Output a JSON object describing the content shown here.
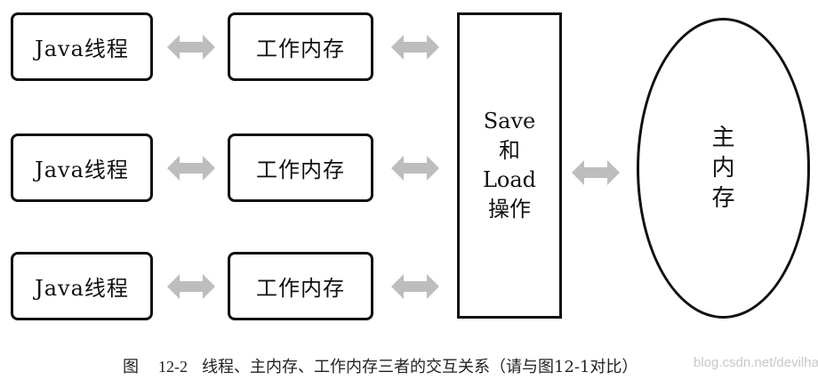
{
  "rows": [
    {
      "thread_label": "Java线程",
      "work_memory_label": "工作内存"
    },
    {
      "thread_label": "Java线程",
      "work_memory_label": "工作内存"
    },
    {
      "thread_label": "Java线程",
      "work_memory_label": "工作内存"
    }
  ],
  "save_load": {
    "lines": [
      "Save",
      "和",
      "Load",
      "操作"
    ]
  },
  "main_memory": {
    "lines": [
      "主",
      "内",
      "存"
    ]
  },
  "caption": {
    "label": "图",
    "number": "12-2",
    "text": "线程、主内存、工作内存三者的交互关系（请与图12-1对比）"
  },
  "watermark": "blog.csdn.net/devilhai",
  "colors": {
    "border": "#111111",
    "arrow": "#bdbdbd",
    "watermark": "#c8c8c8"
  }
}
